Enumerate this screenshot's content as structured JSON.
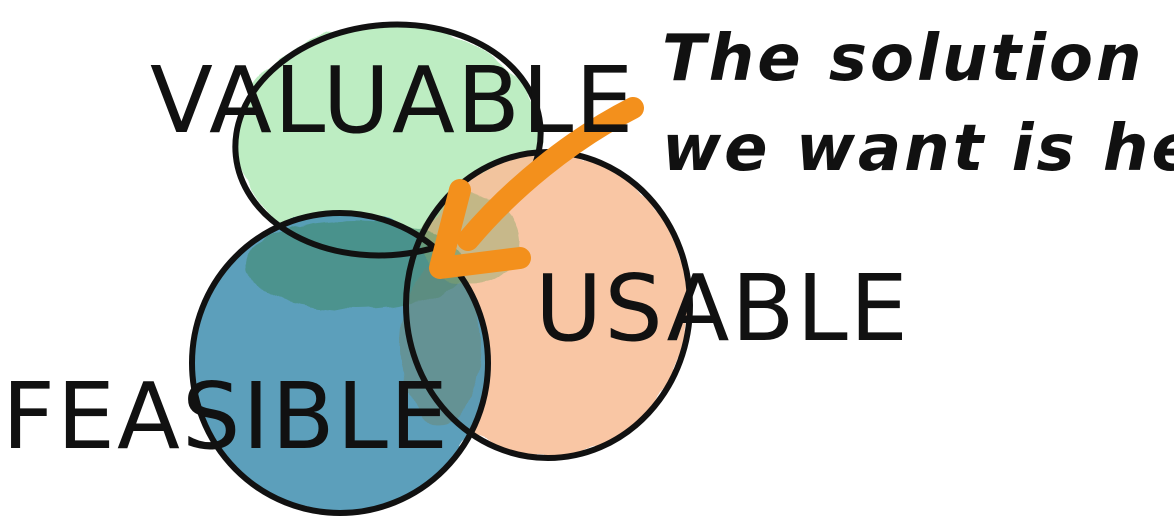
{
  "diagram": {
    "labels": {
      "valuable": "VALUABLE",
      "usable": "USABLE",
      "feasible": "FEASIBLE"
    },
    "annotation": {
      "line1": "The solution",
      "line2": "we want is here"
    },
    "colors": {
      "valuable_fill": "#b9ecbf",
      "usable_fill": "#f8c09a",
      "feasible_fill": "#4f97b5",
      "outline": "#111111",
      "arrow": "#f3901c"
    }
  }
}
